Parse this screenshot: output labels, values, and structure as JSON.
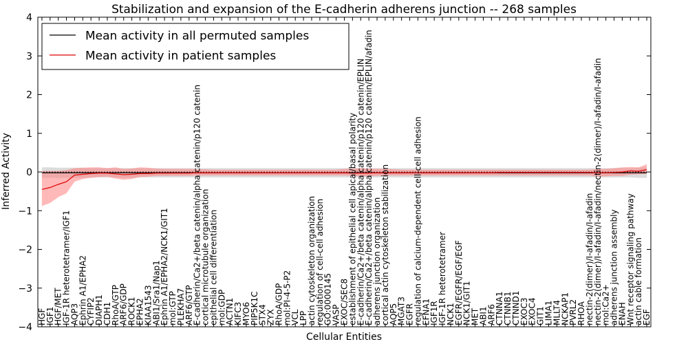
{
  "chart_data": {
    "type": "line",
    "title": "Stabilization and expansion of the E-cadherin adherens junction -- 268 samples",
    "xlabel": "Cellular Entities",
    "ylabel": "Inferred Activity",
    "ylim": [
      -4,
      4
    ],
    "yticks": [
      "−4",
      "−3",
      "−2",
      "−1",
      "0",
      "1",
      "2",
      "3",
      "4"
    ],
    "grid": false,
    "legend_position": "top-left",
    "colors": {
      "permuted": "#000000",
      "patient": "#dd0000",
      "permuted_band": "#bfbfbf",
      "patient_band": "#ff8080"
    },
    "categories": [
      "HGF",
      "IGF1",
      "HGF/MET",
      "IGF-1R heterotetramer/IGF1",
      "AQP3",
      "Ephrin A1/EPHA2",
      "CYFIP2",
      "DIAPH1",
      "CDH1",
      "RhoA/GTP",
      "ARF6/GDP",
      "ROCK1",
      "EPHA2",
      "KIAA1543",
      "ABI1/Sra1/Nap1",
      "Ephrin A1/EPHA2/NCK1/GIT1",
      "mol:GTP",
      "PLEKHA7",
      "ARF6/GTP",
      "E-cadherin/Ca2+/beta catenin/alpha catenin/p120 catenin",
      "cortical microtubule organization",
      "epithelial cell differentiation",
      "mol:GDP",
      "ACTN1",
      "KIFC3",
      "MYO6",
      "PIP5K1C",
      "STX4",
      "ZYX",
      "RhoA/GDP",
      "mol:PI-4-5-P2",
      "VCL",
      "LPP",
      "actin cytoskeleton organization",
      "regulation of cell-cell adhesion",
      "GO:0000145",
      "VASP",
      "EXOC/SEC8",
      "establishment of epithelial cell apical/basal polarity",
      "E-cadherin/Ca2+/beta catenin/alpha catenin/p120 catenin/EPLIN",
      "E-cadherin/Ca2+/beta catenin/alpha catenin/p120 catenin/EPLIN/afadin",
      "adherens junction organization",
      "cortical actin cytoskeleton stabilization",
      "AQP5",
      "MGAT3",
      "EGFR",
      "regulation of calcium-dependent cell-cell adhesion",
      "EFNA1",
      "IGF1R",
      "IGF-1R heterotetramer",
      "NCK1",
      "EGFR/EGFR/EGF/EGF",
      "NCK1/GIT1",
      "MET",
      "ABI1",
      "ARF6",
      "CTNNA1",
      "CTNNB1",
      "CTNND1",
      "EXOC3",
      "EXOC4",
      "GIT1",
      "LIMA1",
      "MLLT4",
      "NCKAP1",
      "PVRL2",
      "RHOA",
      "nectin-2(dimer)/I-afadin/I-afadin",
      "nectin-2(dimer)/I-afadin/I-afadin/nectin-2(dimer)/I-afadin/I-afadin",
      "mol:Ca2+",
      "adherens junction assembly",
      "ENAH",
      "Wnt receptor signaling pathway",
      "actin cable formation",
      "EGF"
    ],
    "series": [
      {
        "name": "Mean activity in all permuted samples",
        "values": [
          -0.02,
          -0.02,
          -0.02,
          -0.02,
          -0.02,
          -0.02,
          -0.02,
          -0.02,
          -0.02,
          -0.02,
          -0.02,
          -0.02,
          -0.02,
          -0.02,
          -0.02,
          -0.02,
          -0.02,
          -0.02,
          -0.02,
          -0.02,
          -0.02,
          -0.02,
          -0.02,
          -0.02,
          -0.02,
          -0.02,
          -0.02,
          -0.02,
          -0.02,
          -0.02,
          -0.02,
          -0.02,
          -0.02,
          -0.02,
          -0.02,
          -0.02,
          -0.02,
          -0.02,
          -0.02,
          -0.02,
          -0.02,
          -0.02,
          -0.02,
          -0.02,
          -0.02,
          -0.02,
          -0.02,
          -0.02,
          -0.02,
          -0.02,
          -0.02,
          -0.02,
          -0.02,
          -0.02,
          -0.02,
          -0.02,
          -0.02,
          -0.02,
          -0.02,
          -0.02,
          -0.02,
          -0.02,
          -0.02,
          -0.02,
          -0.02,
          -0.02,
          -0.02,
          -0.02,
          -0.02,
          -0.02,
          -0.02,
          -0.02,
          -0.02,
          -0.02,
          -0.02
        ],
        "lower": [
          -0.15,
          -0.15,
          -0.15,
          -0.15,
          -0.15,
          -0.15,
          -0.14,
          -0.14,
          -0.14,
          -0.14,
          -0.15,
          -0.15,
          -0.14,
          -0.14,
          -0.14,
          -0.14,
          -0.14,
          -0.14,
          -0.14,
          -0.14,
          -0.14,
          -0.14,
          -0.14,
          -0.14,
          -0.14,
          -0.14,
          -0.14,
          -0.14,
          -0.14,
          -0.14,
          -0.14,
          -0.14,
          -0.14,
          -0.14,
          -0.14,
          -0.14,
          -0.14,
          -0.14,
          -0.14,
          -0.14,
          -0.14,
          -0.14,
          -0.14,
          -0.14,
          -0.14,
          -0.14,
          -0.14,
          -0.14,
          -0.14,
          -0.14,
          -0.14,
          -0.14,
          -0.14,
          -0.14,
          -0.14,
          -0.14,
          -0.14,
          -0.14,
          -0.14,
          -0.14,
          -0.14,
          -0.14,
          -0.14,
          -0.14,
          -0.14,
          -0.14,
          -0.14,
          -0.14,
          -0.14,
          -0.14,
          -0.14,
          -0.14,
          -0.14,
          -0.15,
          -0.15
        ],
        "upper": [
          0.12,
          0.12,
          0.11,
          0.11,
          0.11,
          0.11,
          0.1,
          0.1,
          0.1,
          0.1,
          0.1,
          0.1,
          0.1,
          0.1,
          0.1,
          0.1,
          0.1,
          0.1,
          0.1,
          0.1,
          0.1,
          0.1,
          0.1,
          0.1,
          0.1,
          0.1,
          0.1,
          0.1,
          0.1,
          0.1,
          0.1,
          0.1,
          0.1,
          0.1,
          0.1,
          0.1,
          0.1,
          0.1,
          0.1,
          0.1,
          0.1,
          0.1,
          0.1,
          0.1,
          0.1,
          0.1,
          0.1,
          0.1,
          0.1,
          0.1,
          0.1,
          0.1,
          0.1,
          0.1,
          0.1,
          0.1,
          0.1,
          0.1,
          0.1,
          0.1,
          0.1,
          0.1,
          0.1,
          0.1,
          0.1,
          0.1,
          0.1,
          0.1,
          0.1,
          0.1,
          0.1,
          0.1,
          0.1,
          0.11,
          0.12
        ]
      },
      {
        "name": "Mean activity in patient samples",
        "values": [
          -0.45,
          -0.4,
          -0.32,
          -0.25,
          -0.08,
          -0.06,
          -0.04,
          -0.03,
          -0.03,
          -0.05,
          -0.07,
          -0.06,
          -0.04,
          -0.04,
          -0.03,
          -0.03,
          -0.03,
          -0.03,
          -0.03,
          -0.02,
          -0.02,
          -0.02,
          -0.02,
          -0.02,
          -0.02,
          -0.02,
          -0.02,
          -0.02,
          -0.02,
          -0.02,
          -0.02,
          -0.02,
          -0.02,
          -0.02,
          -0.02,
          -0.02,
          -0.02,
          -0.02,
          -0.03,
          -0.03,
          -0.03,
          -0.02,
          -0.02,
          -0.02,
          -0.02,
          -0.02,
          -0.02,
          -0.02,
          -0.02,
          -0.02,
          -0.02,
          -0.02,
          -0.02,
          -0.02,
          -0.02,
          -0.02,
          -0.01,
          -0.01,
          -0.01,
          -0.01,
          -0.01,
          -0.01,
          -0.01,
          -0.01,
          -0.01,
          -0.01,
          -0.01,
          -0.01,
          -0.02,
          -0.02,
          -0.01,
          0.0,
          0.03,
          0.02,
          0.06
        ],
        "lower": [
          -0.88,
          -0.8,
          -0.65,
          -0.55,
          -0.25,
          -0.18,
          -0.15,
          -0.13,
          -0.12,
          -0.17,
          -0.2,
          -0.18,
          -0.13,
          -0.12,
          -0.1,
          -0.1,
          -0.1,
          -0.1,
          -0.1,
          -0.09,
          -0.09,
          -0.09,
          -0.09,
          -0.09,
          -0.09,
          -0.09,
          -0.09,
          -0.09,
          -0.09,
          -0.09,
          -0.09,
          -0.09,
          -0.09,
          -0.09,
          -0.09,
          -0.09,
          -0.09,
          -0.09,
          -0.1,
          -0.11,
          -0.11,
          -0.1,
          -0.09,
          -0.09,
          -0.09,
          -0.09,
          -0.09,
          -0.09,
          -0.09,
          -0.09,
          -0.09,
          -0.09,
          -0.09,
          -0.09,
          -0.09,
          -0.09,
          -0.09,
          -0.09,
          -0.09,
          -0.09,
          -0.09,
          -0.09,
          -0.09,
          -0.09,
          -0.09,
          -0.09,
          -0.09,
          -0.09,
          -0.12,
          -0.11,
          -0.1,
          -0.1,
          -0.07,
          -0.06,
          -0.05
        ],
        "upper": [
          0.02,
          0.03,
          0.03,
          0.05,
          0.1,
          0.11,
          0.12,
          0.12,
          0.1,
          0.12,
          0.08,
          0.09,
          0.12,
          0.11,
          0.09,
          0.08,
          0.08,
          0.08,
          0.08,
          0.07,
          0.07,
          0.06,
          0.06,
          0.06,
          0.06,
          0.06,
          0.06,
          0.06,
          0.06,
          0.06,
          0.06,
          0.06,
          0.06,
          0.06,
          0.06,
          0.06,
          0.06,
          0.08,
          0.09,
          0.1,
          0.09,
          0.08,
          0.08,
          0.07,
          0.06,
          0.06,
          0.06,
          0.06,
          0.06,
          0.06,
          0.06,
          0.06,
          0.06,
          0.06,
          0.06,
          0.06,
          0.06,
          0.06,
          0.06,
          0.06,
          0.06,
          0.06,
          0.06,
          0.06,
          0.06,
          0.06,
          0.06,
          0.06,
          0.08,
          0.08,
          0.1,
          0.12,
          0.13,
          0.12,
          0.2
        ]
      }
    ]
  }
}
